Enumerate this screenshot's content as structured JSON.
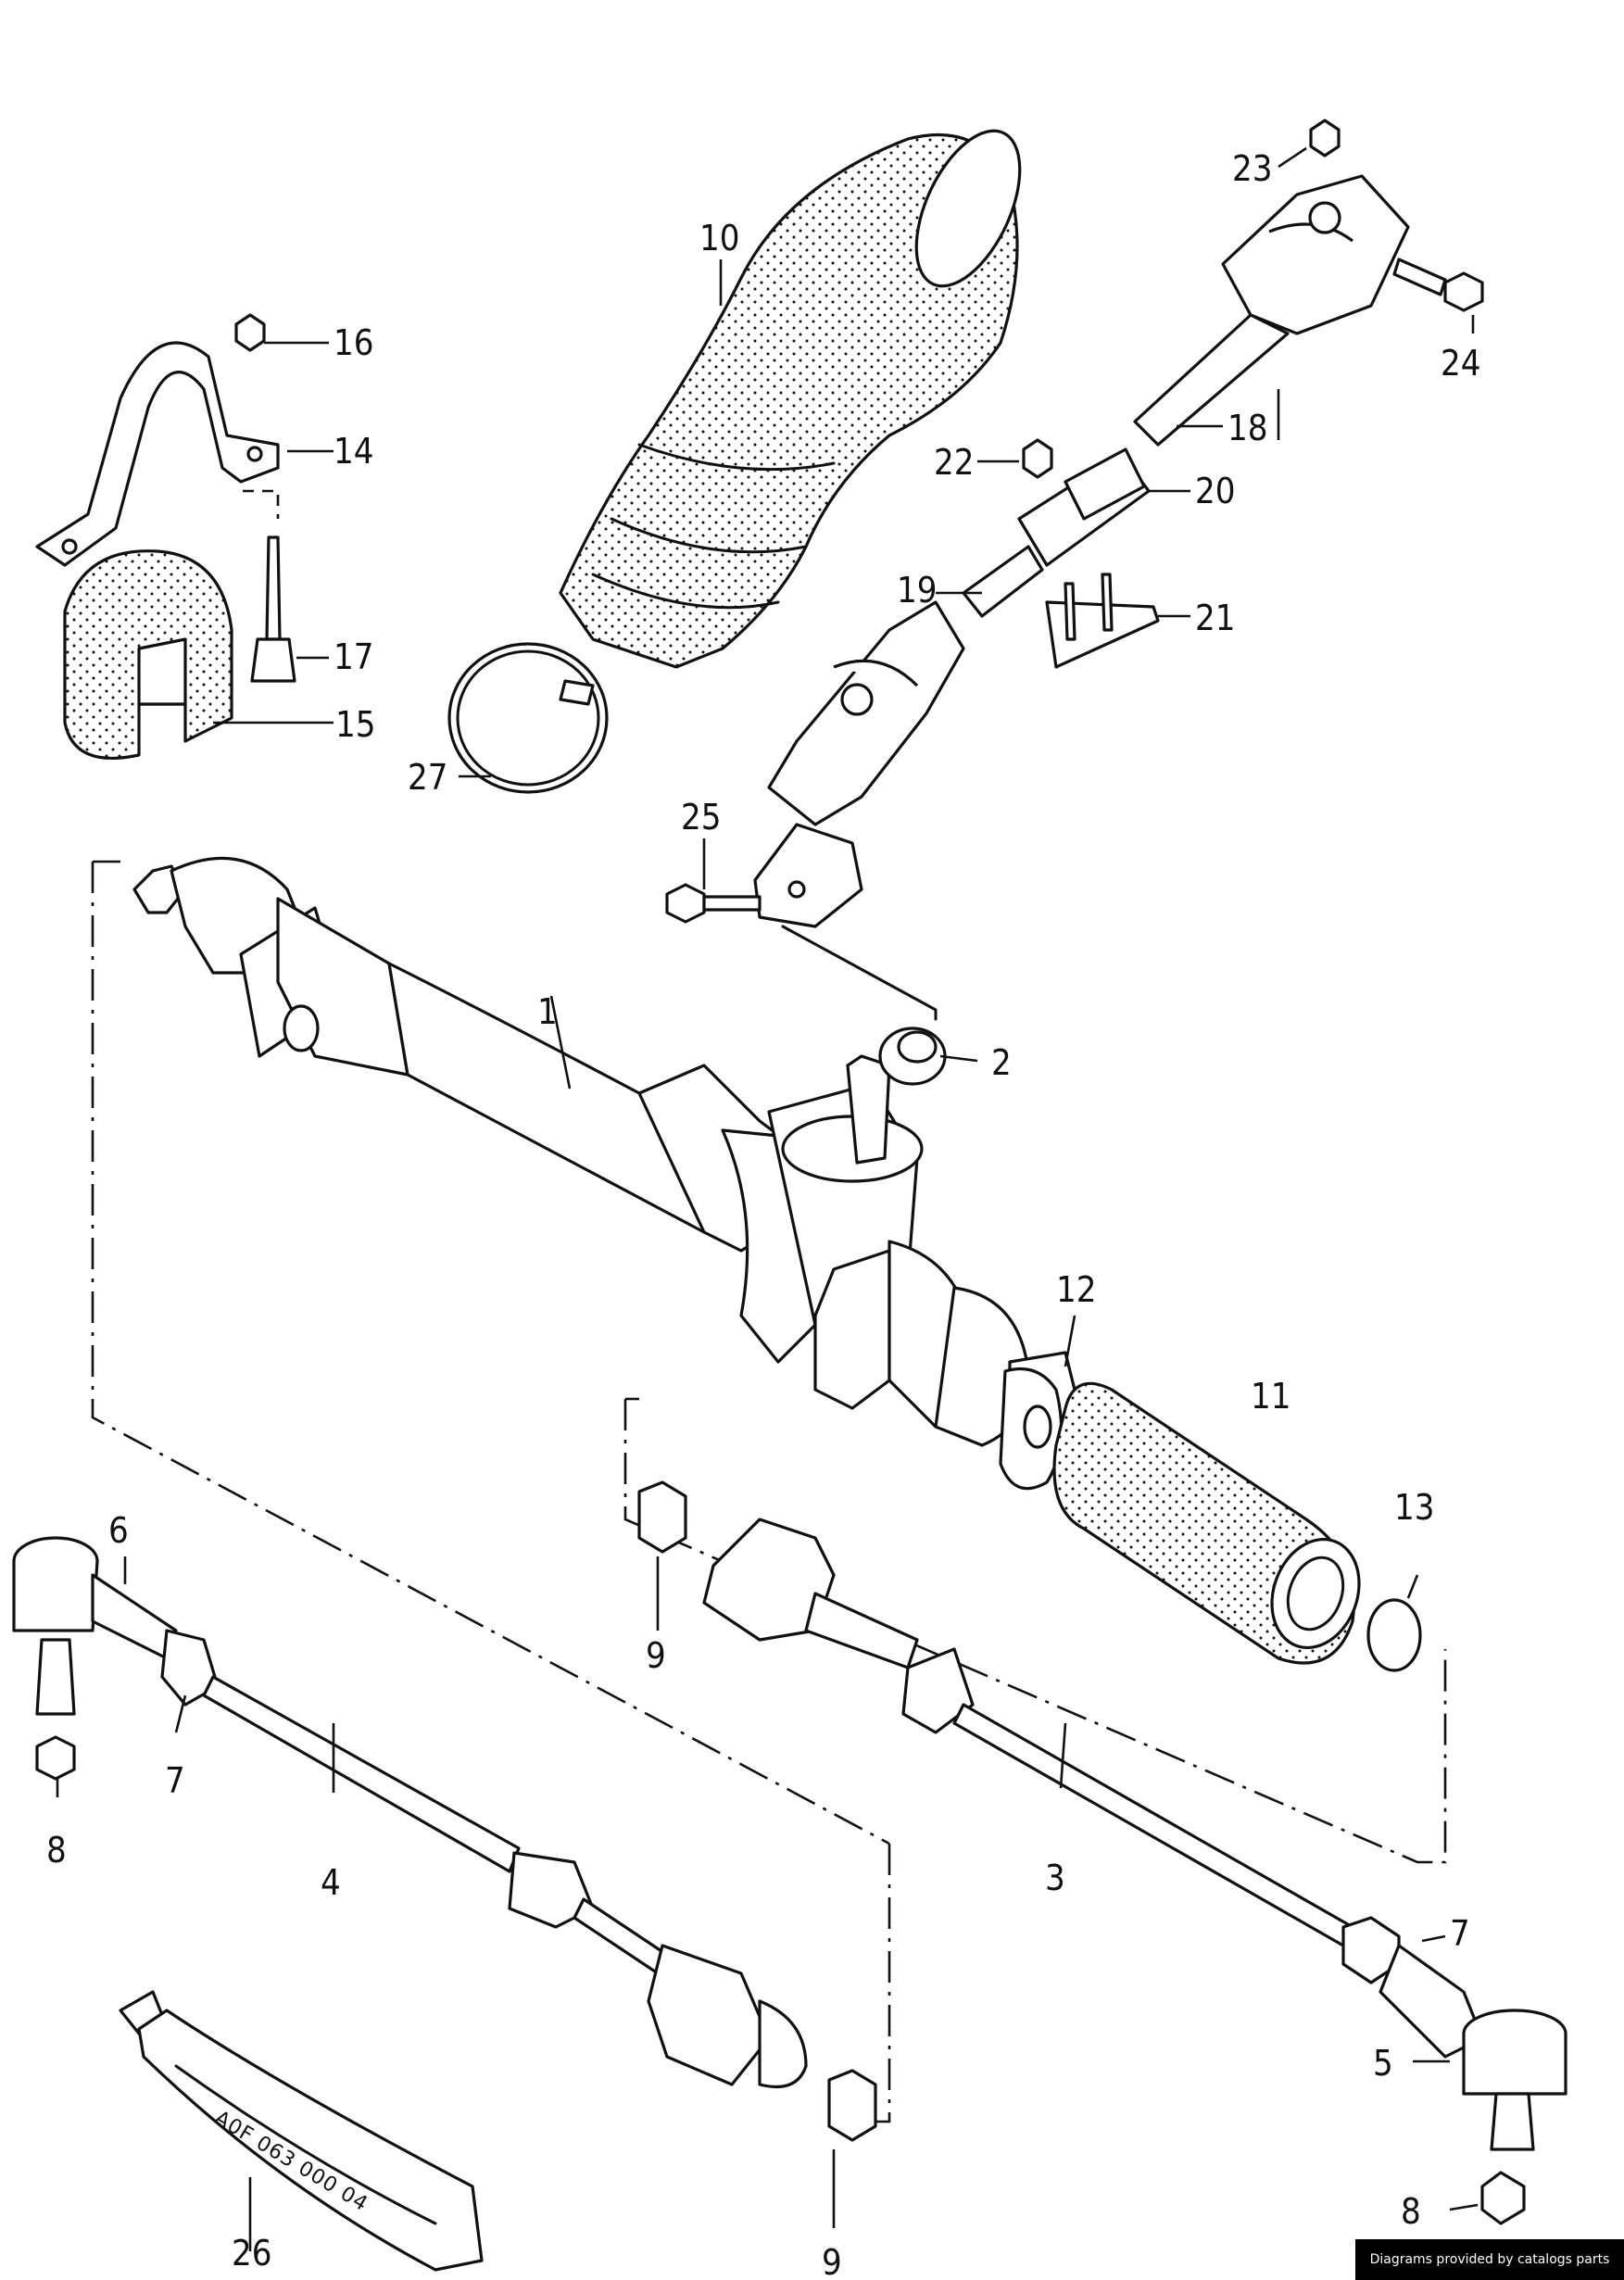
{
  "callouts": {
    "c1": "1",
    "c2": "2",
    "c3": "3",
    "c4": "4",
    "c5": "5",
    "c6": "6",
    "c7a": "7",
    "c7b": "7",
    "c8a": "8",
    "c8b": "8",
    "c9a": "9",
    "c9b": "9",
    "c10": "10",
    "c11": "11",
    "c12": "12",
    "c13": "13",
    "c14": "14",
    "c15": "15",
    "c16": "16",
    "c17": "17",
    "c18": "18",
    "c19": "19",
    "c20": "20",
    "c21": "21",
    "c22": "22",
    "c23": "23",
    "c24": "24",
    "c25": "25",
    "c26": "26",
    "c27": "27"
  },
  "grease_tube_label": "A0F 063 000 04",
  "credit": "Diagrams provided by catalogs parts"
}
